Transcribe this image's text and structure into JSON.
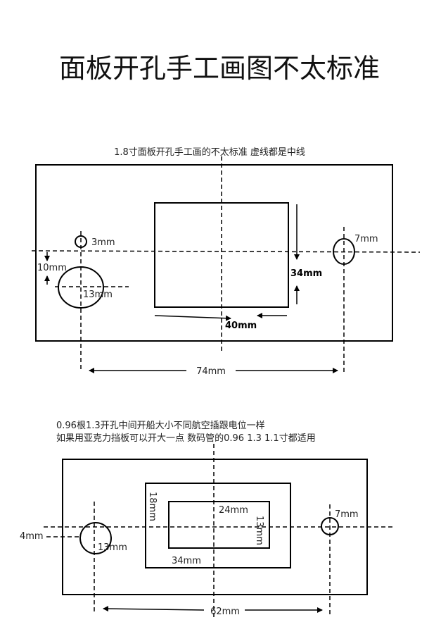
{
  "title": "面板开孔手工画图不太标准",
  "diagram1": {
    "caption": "1.8寸面板开孔手工画的不太标准 虚线都是中线",
    "labels": {
      "small_hole": "3mm",
      "offset": "10mm",
      "big_hole": "13mm",
      "right_hole": "7mm",
      "window_height": "34mm",
      "window_width": "40mm",
      "hole_spacing": "74mm"
    }
  },
  "diagram2": {
    "caption_line1": "0.96根1.3开孔中间开船大小不同航空插跟电位一样",
    "caption_line2": "如果用亚克力挡板可以开大一点 数码管的0.96  1.3  1.1寸都适用",
    "labels": {
      "offset": "4mm",
      "big_hole": "13mm",
      "outer_height": "18mm",
      "inner_width": "24mm",
      "inner_height": "13mm",
      "outer_width": "34mm",
      "right_hole": "7mm",
      "hole_spacing": "62mm"
    }
  }
}
